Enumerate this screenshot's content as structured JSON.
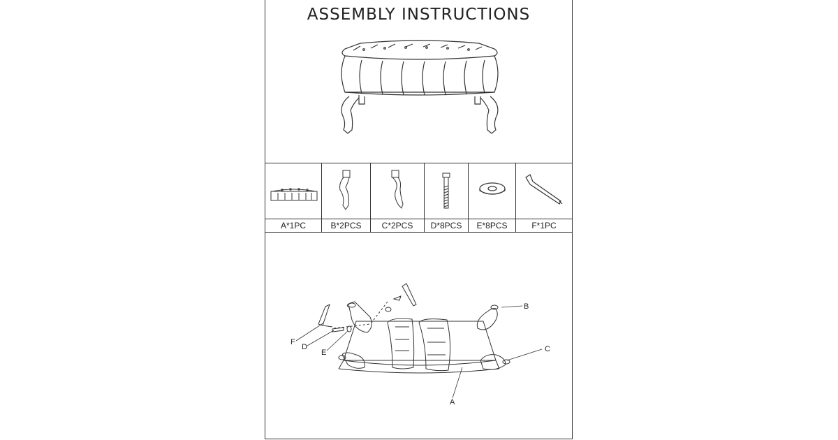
{
  "title": "ASSEMBLY INSTRUCTIONS",
  "parts": [
    {
      "name": "A",
      "qty": "A*1PC",
      "icon": "bench-top-icon"
    },
    {
      "name": "B",
      "qty": "B*2PCS",
      "icon": "leg-icon"
    },
    {
      "name": "C",
      "qty": "C*2PCS",
      "icon": "leg-icon"
    },
    {
      "name": "D",
      "qty": "D*8PCS",
      "icon": "bolt-icon"
    },
    {
      "name": "E",
      "qty": "E*8PCS",
      "icon": "washer-icon"
    },
    {
      "name": "F",
      "qty": "F*1PC",
      "icon": "allen-key-icon"
    }
  ],
  "callouts": {
    "a": "A",
    "b": "B",
    "c": "C",
    "d": "D",
    "e": "E",
    "f": "F"
  }
}
